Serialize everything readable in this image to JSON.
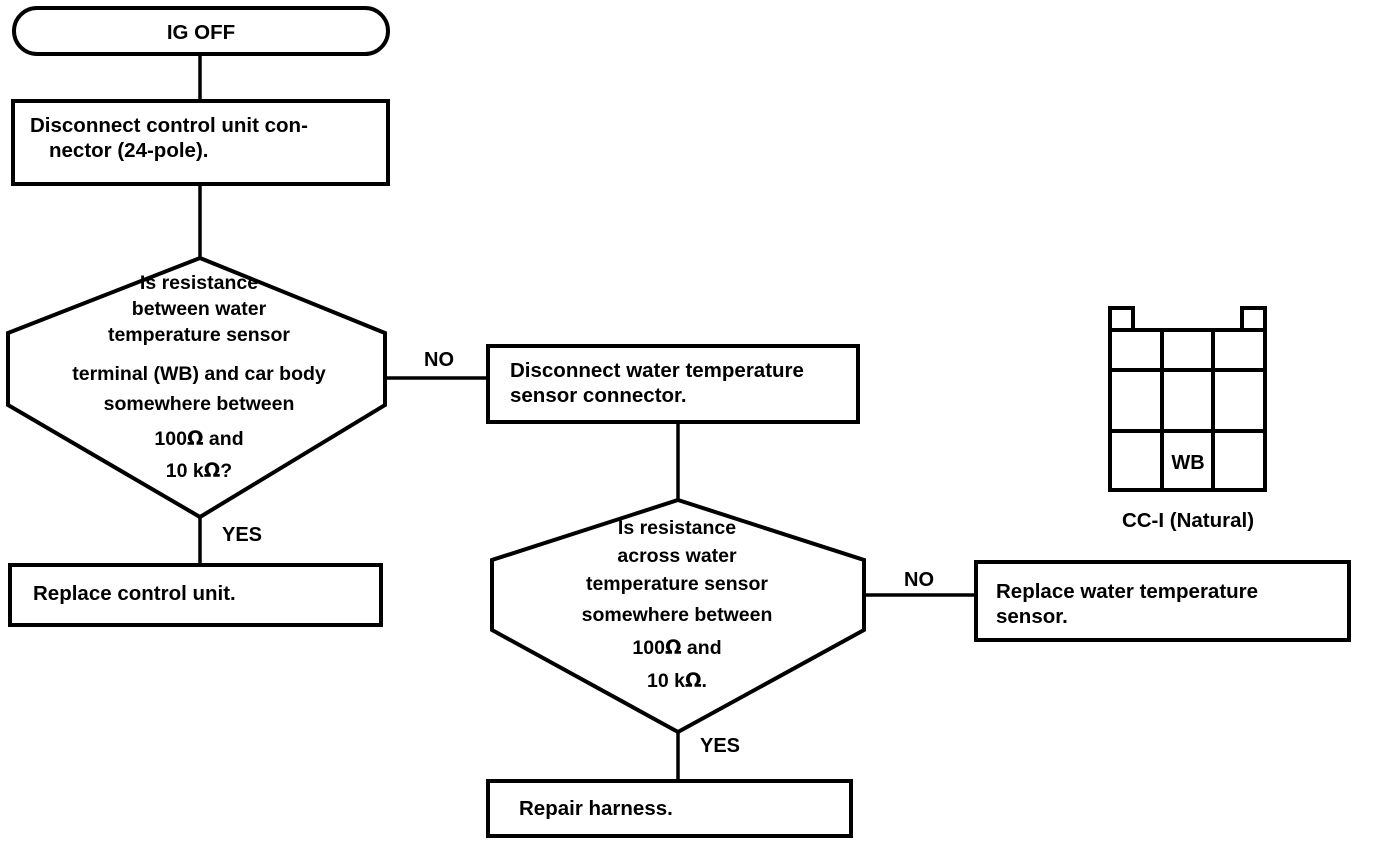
{
  "diagram": {
    "title": "Water temperature sensor circuit diagnostic flowchart",
    "type": "troubleshooting-flowchart",
    "colors": {
      "stroke": "#000000",
      "fill": "#ffffff",
      "text": "#000000"
    },
    "terminal": {
      "id": "ig-off",
      "label": "IG OFF"
    },
    "process_boxes": [
      {
        "id": "disconnect-control-unit",
        "lines": [
          "Disconnect control unit con-",
          "nector (24-pole)."
        ]
      },
      {
        "id": "disconnect-sensor-connector",
        "lines": [
          "Disconnect water temperature",
          "sensor connector."
        ]
      },
      {
        "id": "replace-control-unit",
        "lines": [
          "Replace control unit."
        ]
      },
      {
        "id": "replace-water-temp-sensor",
        "lines": [
          "Replace water temperature",
          "sensor."
        ]
      },
      {
        "id": "repair-harness",
        "lines": [
          "Repair harness."
        ]
      }
    ],
    "decisions": [
      {
        "id": "decision-body-resistance",
        "lines": [
          "Is resistance",
          "between water",
          "temperature sensor",
          "terminal (WB) and car body",
          "somewhere between"
        ],
        "value_lines": [
          {
            "prefix": "100",
            "symbol": "Ω",
            "suffix": " and"
          },
          {
            "prefix": "10 k",
            "symbol": "Ω",
            "suffix": "?"
          }
        ],
        "yes_label": "YES",
        "no_label": "NO"
      },
      {
        "id": "decision-sensor-resistance",
        "lines": [
          "Is resistance",
          "across water",
          "temperature sensor",
          "somewhere between"
        ],
        "value_lines": [
          {
            "prefix": "100",
            "symbol": "Ω",
            "suffix": " and"
          },
          {
            "prefix": "10 k",
            "symbol": "Ω",
            "suffix": "."
          }
        ],
        "yes_label": "YES",
        "no_label": "NO"
      }
    ],
    "connector_pinout": {
      "id": "cc-i-connector",
      "caption": "CC-I (Natural)",
      "rows": 3,
      "columns": 3,
      "cells": [
        [
          "",
          "",
          ""
        ],
        [
          "",
          "",
          ""
        ],
        [
          "",
          "WB",
          ""
        ]
      ]
    }
  }
}
